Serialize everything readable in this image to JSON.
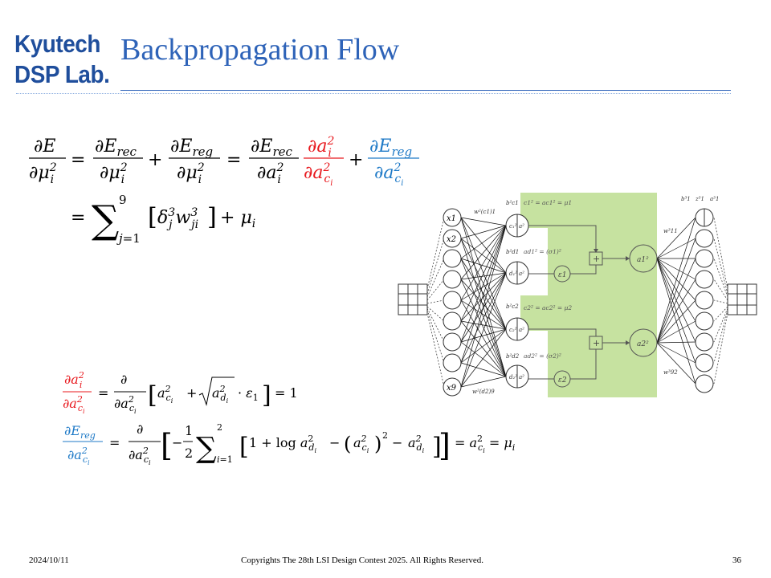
{
  "logo": {
    "line1": "Kyutech",
    "line2": "DSP Lab."
  },
  "title": "Backpropagation Flow",
  "footer": {
    "date": "2024/10/11",
    "copyright": "Copyrights The 28th LSI Design Contest 2025.  All Rights Reserved.",
    "page": "36"
  },
  "equations": {
    "main_line1": "∂E/∂μ_i^2 = ∂E_rec/∂μ_i^2 + ∂E_reg/∂μ_i^2 = (∂E_rec/∂a_i^2)(∂a_i^2/∂a_{c_i}^2) + ∂E_reg/∂a_{c_i}^2",
    "main_line2": "= Σ_{j=1}^{9} [δ_j^3 w_ji^3] + μ_i",
    "deriv1": "∂a_i^2/∂a_{c_i}^2 = ∂/∂a_{c_i}^2 [a_{c_i}^2 + sqrt(a_{d_i}^2) · ε_1] = 1",
    "deriv2": "∂E_reg/∂a_{c_i}^2 = ∂/∂a_{c_i}^2 [−1/2 Σ_{i=1}^{2} [1 + log a_{d_i}^2 − (a_{c_i}^2)^2 − a_{d_i}^2]] = a_{c_i}^2 = μ_i"
  },
  "diagram": {
    "input_labels": [
      "x1",
      "x2",
      "x9"
    ],
    "mu_box_1": "c1² = ac1² = μ1",
    "var_box_1": "ad1² = (σ1)²",
    "mu_box_2": "c2² = ac2² = μ2",
    "var_box_2": "ad2² = (σ2)²",
    "eps1": "ε1",
    "eps2": "ε2",
    "plus": "+",
    "latent1": "a1²",
    "latent2": "a2²",
    "w_in_top": "w²(c1)1",
    "w_in_bottom": "w²(d2)9",
    "w_out_top": "w³11",
    "w_out_bottom": "w³92",
    "bias_labels": [
      "b²c1",
      "b²d1",
      "b²c2",
      "b²d2"
    ],
    "out_head": [
      "b³1",
      "z³1",
      "a³1"
    ],
    "colors": {
      "red": "#e8191e",
      "blue": "#1f7ac7",
      "green": "#c6e2a0",
      "title": "#2e63b8"
    }
  }
}
